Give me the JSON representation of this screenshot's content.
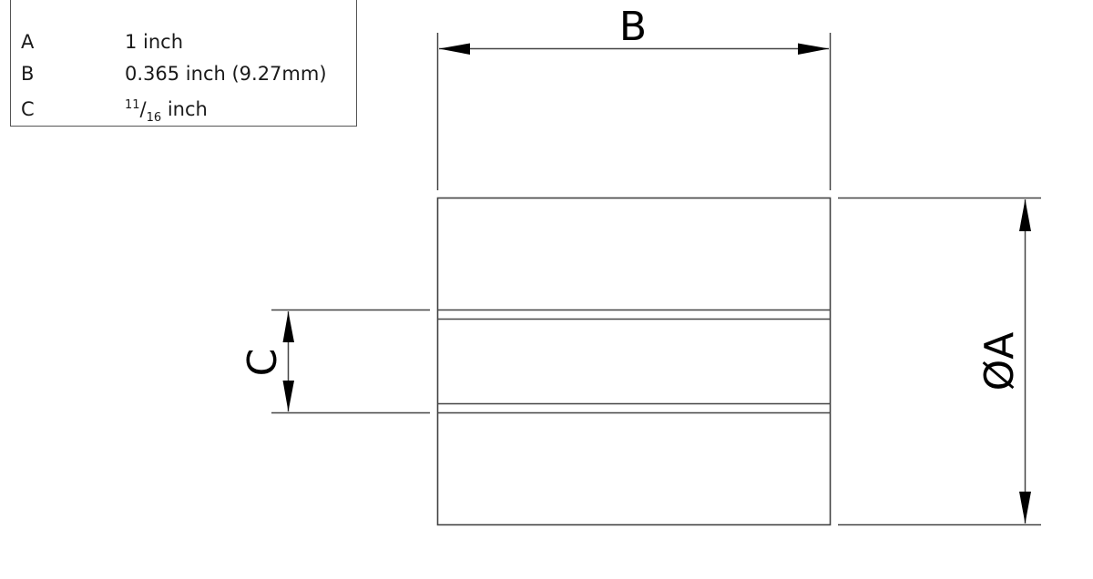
{
  "legend": {
    "rows": [
      {
        "key": "A",
        "value": "1 inch"
      },
      {
        "key": "B",
        "value": "0.365 inch (9.27mm)"
      },
      {
        "key": "C",
        "value_numerator": "11",
        "value_slash": "/",
        "value_denominator": "16",
        "value_unit": " inch"
      }
    ]
  },
  "drawing": {
    "dimension_b_label": "B",
    "dimension_c_label": "C",
    "dimension_a_label": "ØA",
    "line_color": "#444444",
    "arrow_color": "#000000"
  }
}
